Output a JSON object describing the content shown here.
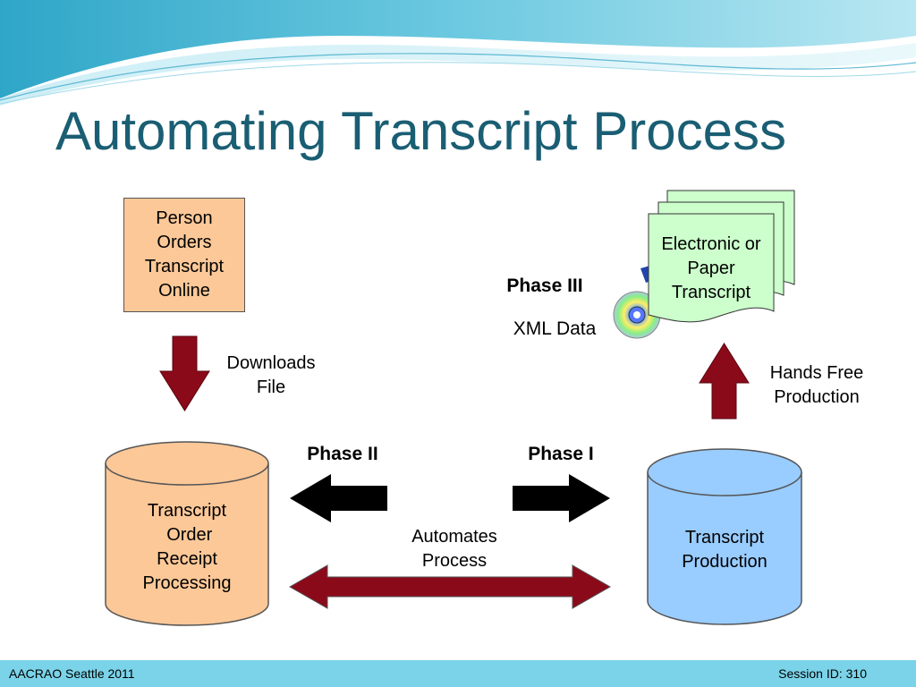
{
  "slide": {
    "title": "Automating Transcript Process"
  },
  "diagram": {
    "person_box": "Person\nOrders\nTranscript\nOnline",
    "downloads_file": "Downloads\nFile",
    "order_cylinder": "Transcript\n Order\nReceipt\nProcessing",
    "production_cylinder": "Transcript\nProduction",
    "phase_2": "Phase II",
    "phase_1": "Phase I",
    "phase_3": "Phase III",
    "xml_data": "XML Data",
    "automates_process": "Automates\nProcess",
    "hands_free": "Hands Free\nProduction",
    "transcript_doc": "Electronic or\nPaper\nTranscript"
  },
  "footer": {
    "left": "AACRAO Seattle 2011",
    "right": "Session ID: 310"
  },
  "colors": {
    "title": "#1a5e73",
    "person_box_fill": "#fcc898",
    "order_cylinder_fill": "#fcc898",
    "production_cylinder_fill": "#99ccff",
    "arrow_dark_red": "#8b0a1a",
    "document_fill": "#ccffcc",
    "footer_bar": "#7ad3e8"
  }
}
